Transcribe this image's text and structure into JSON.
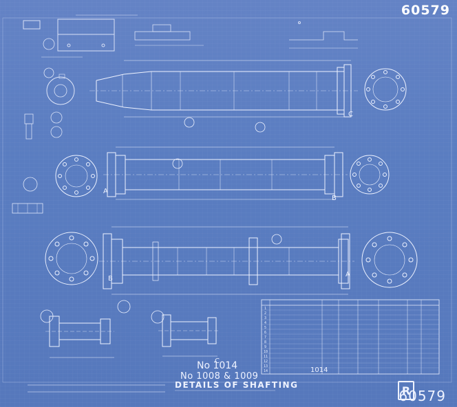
{
  "sheet": {
    "number_top": "60579",
    "number_bottom": "60579",
    "logo_letter": "R"
  },
  "title_block": {
    "line1": "No 1014",
    "line2": "No 1008 & 1009",
    "main": "DETAILS OF SHAFTING",
    "stamp_mid": "1014"
  },
  "view_labels": {
    "section_a_left": "A",
    "section_b_left": "B",
    "section_b_mid": "B",
    "section_a_right": "A",
    "section_c": "C",
    "section_c2": "C"
  },
  "parts_table": {
    "rows": [
      {
        "no": "1"
      },
      {
        "no": "2"
      },
      {
        "no": "3"
      },
      {
        "no": "4"
      },
      {
        "no": "5"
      },
      {
        "no": "6"
      },
      {
        "no": "7"
      },
      {
        "no": "8"
      },
      {
        "no": "9"
      },
      {
        "no": "10"
      },
      {
        "no": "11"
      },
      {
        "no": "12"
      },
      {
        "no": "13"
      },
      {
        "no": "14"
      }
    ]
  }
}
